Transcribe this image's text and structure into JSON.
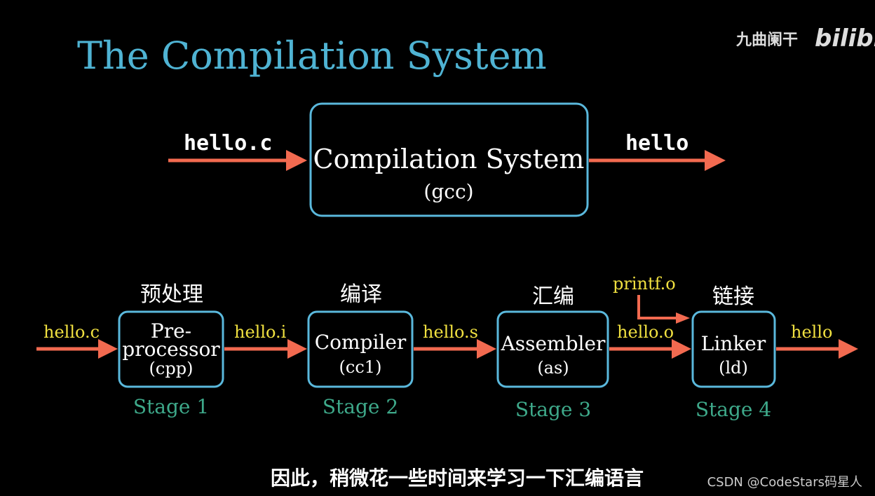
{
  "title": "The Compilation System",
  "watermark": {
    "channel": "九曲阑干",
    "logo": "bilibili"
  },
  "overview": {
    "input": "hello.c",
    "box_title": "Compilation System",
    "box_subtitle": "(gcc)",
    "output": "hello"
  },
  "pipeline": {
    "input_label": "hello.c",
    "stages": [
      {
        "cn": "预处理",
        "line1": "Pre-",
        "line2": "processor",
        "tool": "(cpp)",
        "stage": "Stage 1",
        "out": "hello.i"
      },
      {
        "cn": "编译",
        "line1": "Compiler",
        "line2": "",
        "tool": "(cc1)",
        "stage": "Stage 2",
        "out": "hello.s"
      },
      {
        "cn": "汇编",
        "line1": "Assembler",
        "line2": "",
        "tool": "(as)",
        "stage": "Stage 3",
        "out": "hello.o"
      },
      {
        "cn": "链接",
        "line1": "Linker",
        "line2": "",
        "tool": "(ld)",
        "stage": "Stage 4",
        "out": "hello"
      }
    ],
    "extra_input": "printf.o"
  },
  "subtitle": "因此，稍微花一些时间来学习一下汇编语言",
  "credit": "CSDN @CodeStars码星人",
  "colors": {
    "background": "#000000",
    "title": "#4fb3d3",
    "box_border": "#5ab8dc",
    "arrow": "#f26a50",
    "file_label": "#f0e040",
    "stage_label": "#3ea98a",
    "white": "#ffffff"
  }
}
